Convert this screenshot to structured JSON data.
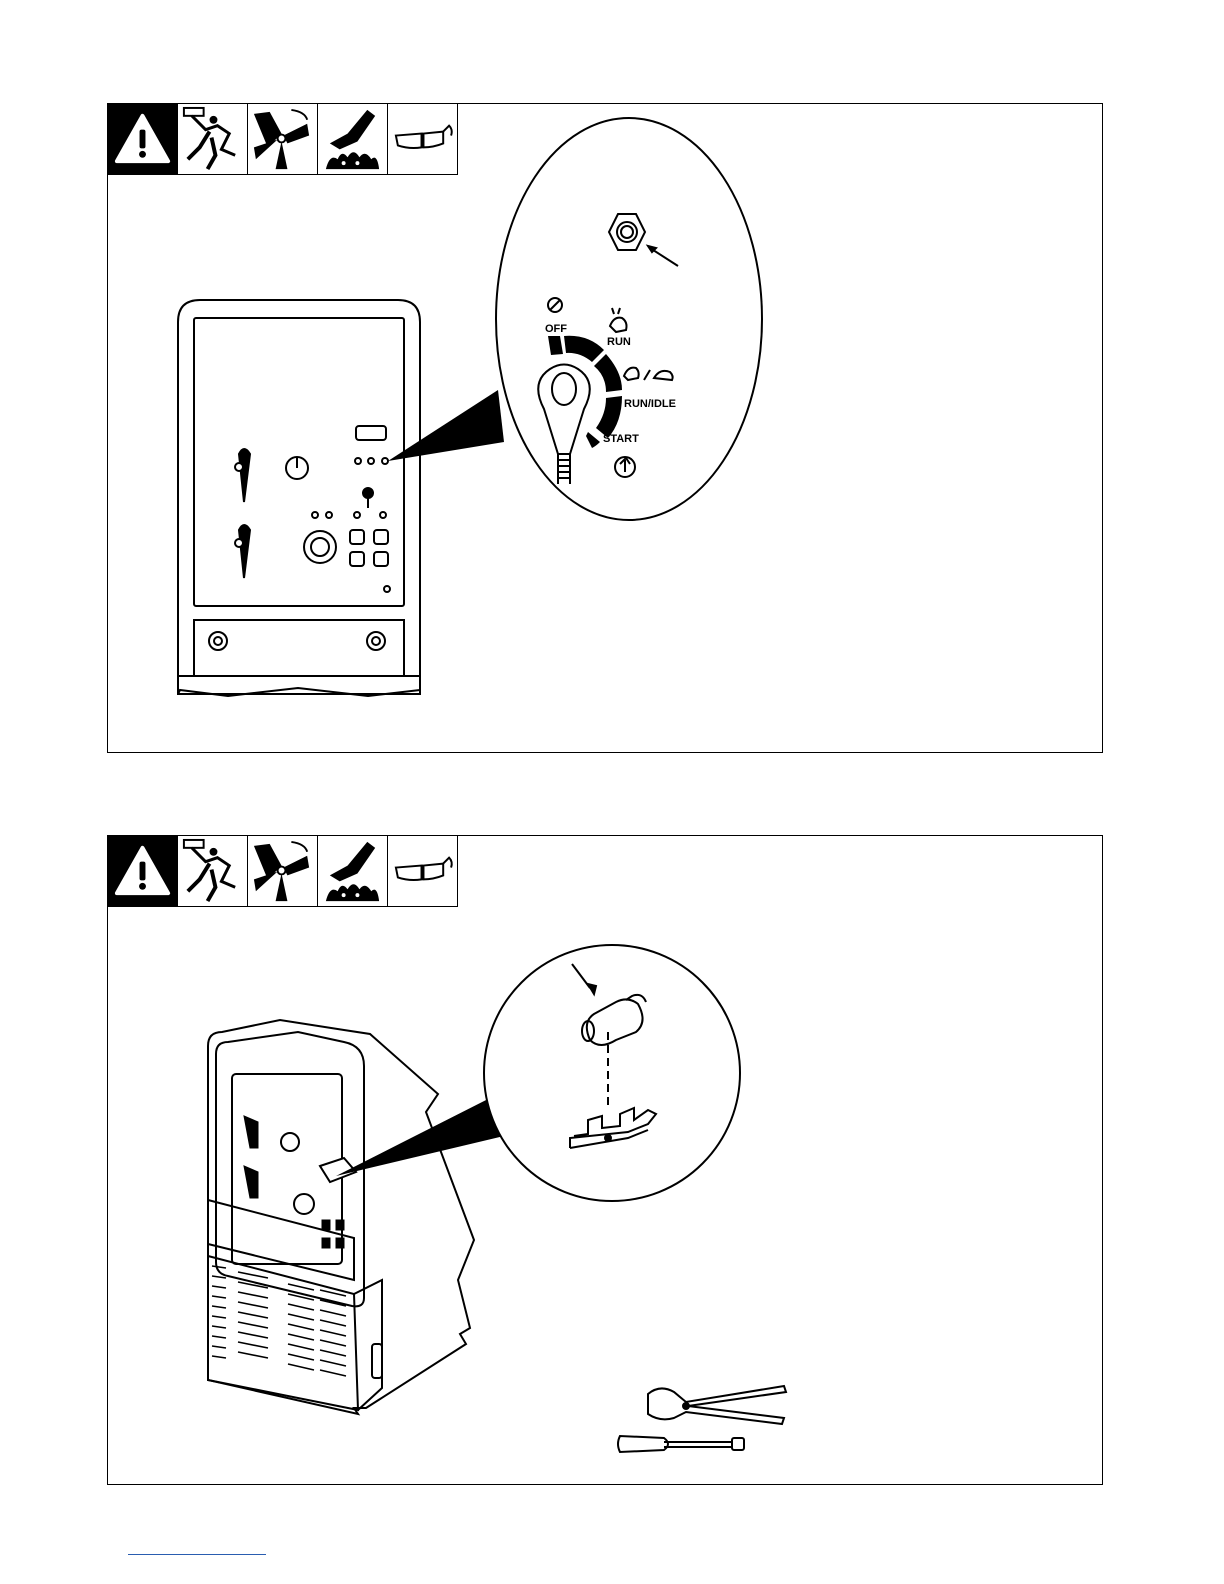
{
  "warning_icons": [
    {
      "name": "warning-triangle-icon"
    },
    {
      "name": "electric-shock-icon"
    },
    {
      "name": "moving-parts-fan-icon"
    },
    {
      "name": "hot-surface-icon"
    },
    {
      "name": "safety-glasses-icon"
    }
  ],
  "switch_labels": {
    "off": "OFF",
    "run": "RUN",
    "run_idle": "RUN/IDLE",
    "start": "START"
  },
  "colors": {
    "line": "#000000",
    "background": "#ffffff",
    "footer_link": "#2a5db0"
  }
}
